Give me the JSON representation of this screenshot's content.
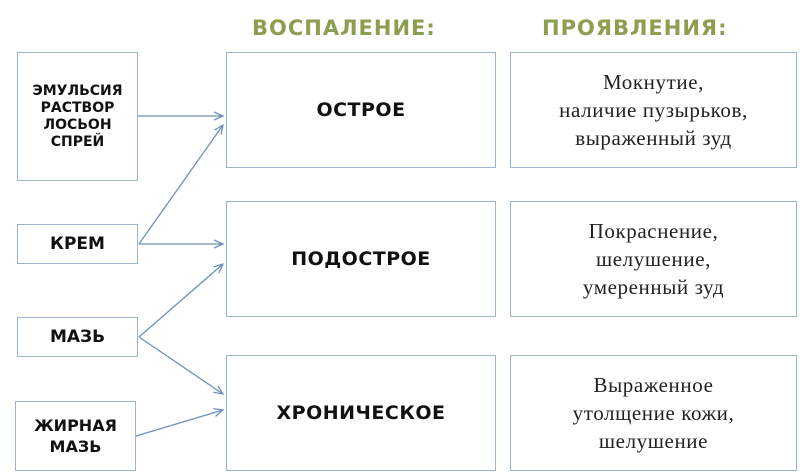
{
  "headers": {
    "inflammation": "ВОСПАЛЕНИЕ:",
    "manifestations": "ПРОЯВЛЕНИЯ:"
  },
  "forms": [
    {
      "lines": [
        "ЭМУЛЬСИЯ",
        "РАСТВОР",
        "ЛОСЬОН",
        "СПРЕЙ"
      ]
    },
    {
      "lines": [
        "КРЕМ"
      ]
    },
    {
      "lines": [
        "МАЗЬ"
      ]
    },
    {
      "lines": [
        "ЖИРНАЯ",
        "МАЗЬ"
      ]
    }
  ],
  "stages": [
    "ОСТРОЕ",
    "ПОДОСТРОЕ",
    "ХРОНИЧЕСКОЕ"
  ],
  "manifestations": [
    [
      "Мокнутие,",
      "наличие пузырьков,",
      "выраженный зуд"
    ],
    [
      "Покраснение,",
      "шелушение,",
      "умеренный зуд"
    ],
    [
      "Выраженное",
      "утолщение кожи,",
      "шелушение"
    ]
  ],
  "colors": {
    "header": "#8c9e50",
    "border": "#9fb2cc",
    "arrow": "#6f8fb8"
  }
}
